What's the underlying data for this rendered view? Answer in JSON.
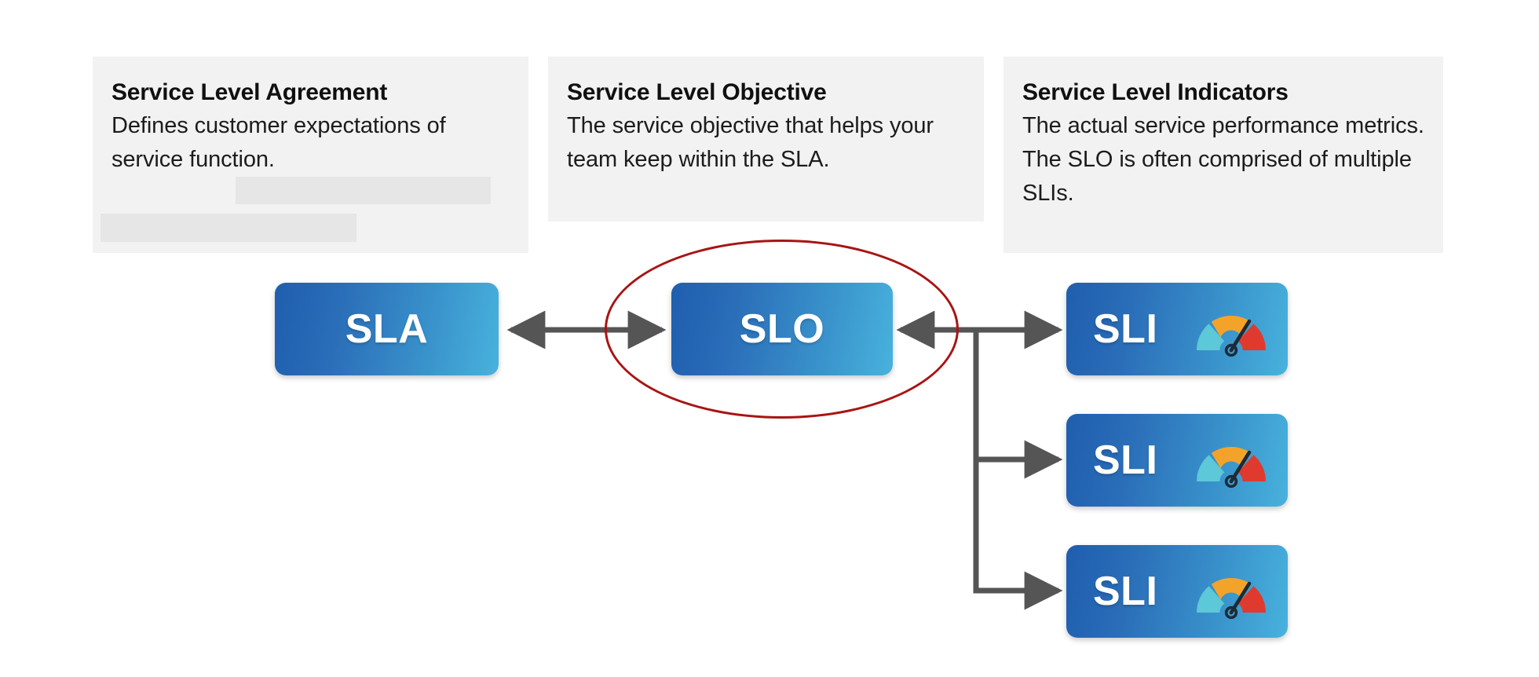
{
  "diagram": {
    "title": "Service Level Agreement / Objective / Indicators relationship",
    "colors": {
      "card_background": "#f2f2f2",
      "redaction_block": "#e6e6e6",
      "node_gradient_start": "#1f5eae",
      "node_gradient_end": "#48b2dd",
      "node_text": "#ffffff",
      "connector": "#555555",
      "highlight_ellipse": "#a81414",
      "gauge_low": "#5cc8d8",
      "gauge_mid": "#f4a32a",
      "gauge_high": "#e03a2f",
      "gauge_needle": "#1d2b36"
    }
  },
  "cards": [
    {
      "id": "sla",
      "title": "Service Level Agreement",
      "body": "Defines customer expectations of service function."
    },
    {
      "id": "slo",
      "title": "Service Level Objective",
      "body": "The service objective that helps your team keep within the SLA."
    },
    {
      "id": "sli",
      "title": "Service Level Indicators",
      "body": "The actual service performance metrics. The SLO is often comprised of multiple SLIs."
    }
  ],
  "nodes": {
    "sla": {
      "label": "SLA"
    },
    "slo": {
      "label": "SLO",
      "highlighted": true
    },
    "sli_1": {
      "label": "SLI",
      "icon": "gauge-icon"
    },
    "sli_2": {
      "label": "SLI",
      "icon": "gauge-icon"
    },
    "sli_3": {
      "label": "SLI",
      "icon": "gauge-icon"
    }
  },
  "connectors": [
    {
      "id": "sla-slo",
      "from": "sla",
      "to": "slo",
      "style": "double-arrow"
    },
    {
      "id": "slo-sli-trunk",
      "from": "slo",
      "to": "sli-group",
      "style": "arrow-left"
    },
    {
      "id": "trunk-sli-1",
      "from": "sli-group",
      "to": "sli_1",
      "style": "arrow-right"
    },
    {
      "id": "trunk-sli-2",
      "from": "sli-group",
      "to": "sli_2",
      "style": "arrow-right"
    },
    {
      "id": "trunk-sli-3",
      "from": "sli-group",
      "to": "sli_3",
      "style": "arrow-right"
    }
  ]
}
